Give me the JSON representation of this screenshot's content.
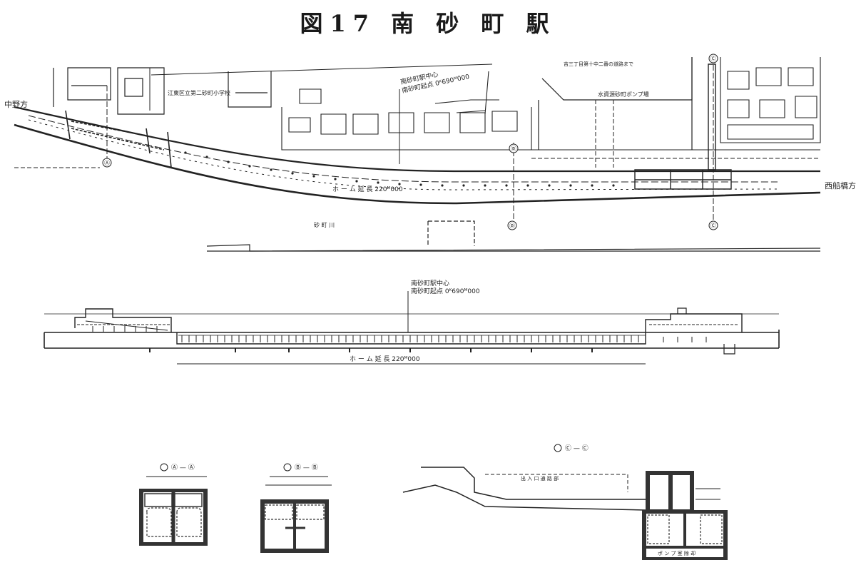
{
  "title": "図17 南 砂 町 駅",
  "plan": {
    "left_direction": "中野方",
    "right_direction": "西船橋方",
    "platform_length": "ホ ー ム 延 長 220ᴹ000",
    "station_center": "南砂町駅中心",
    "station_center_km": "南砂町起点 0ᴷ690ᴹ000",
    "school": "江東区立第二砂町小学校",
    "pump_station": "水資源砂町ポンプ場",
    "note_top": "吉三丁目第十中二番の道路まで",
    "river": "砂 町 川",
    "section_a": "Ⓐ",
    "section_b": "Ⓑ",
    "section_c": "Ⓒ"
  },
  "profile": {
    "station_center": "南砂町駅中心",
    "station_center_km": "南砂町起点 0ᴷ690ᴹ000",
    "platform_length": "ホ ー ム 延 長 220ᴹ000"
  },
  "sections": {
    "aa_label": "Ⓐ — Ⓐ",
    "bb_label": "Ⓑ — Ⓑ",
    "cc_label": "Ⓒ — Ⓒ",
    "cc_note": "ポ ン プ 室 除 却",
    "cc_top_note": "出 入 口 通 路 部"
  }
}
